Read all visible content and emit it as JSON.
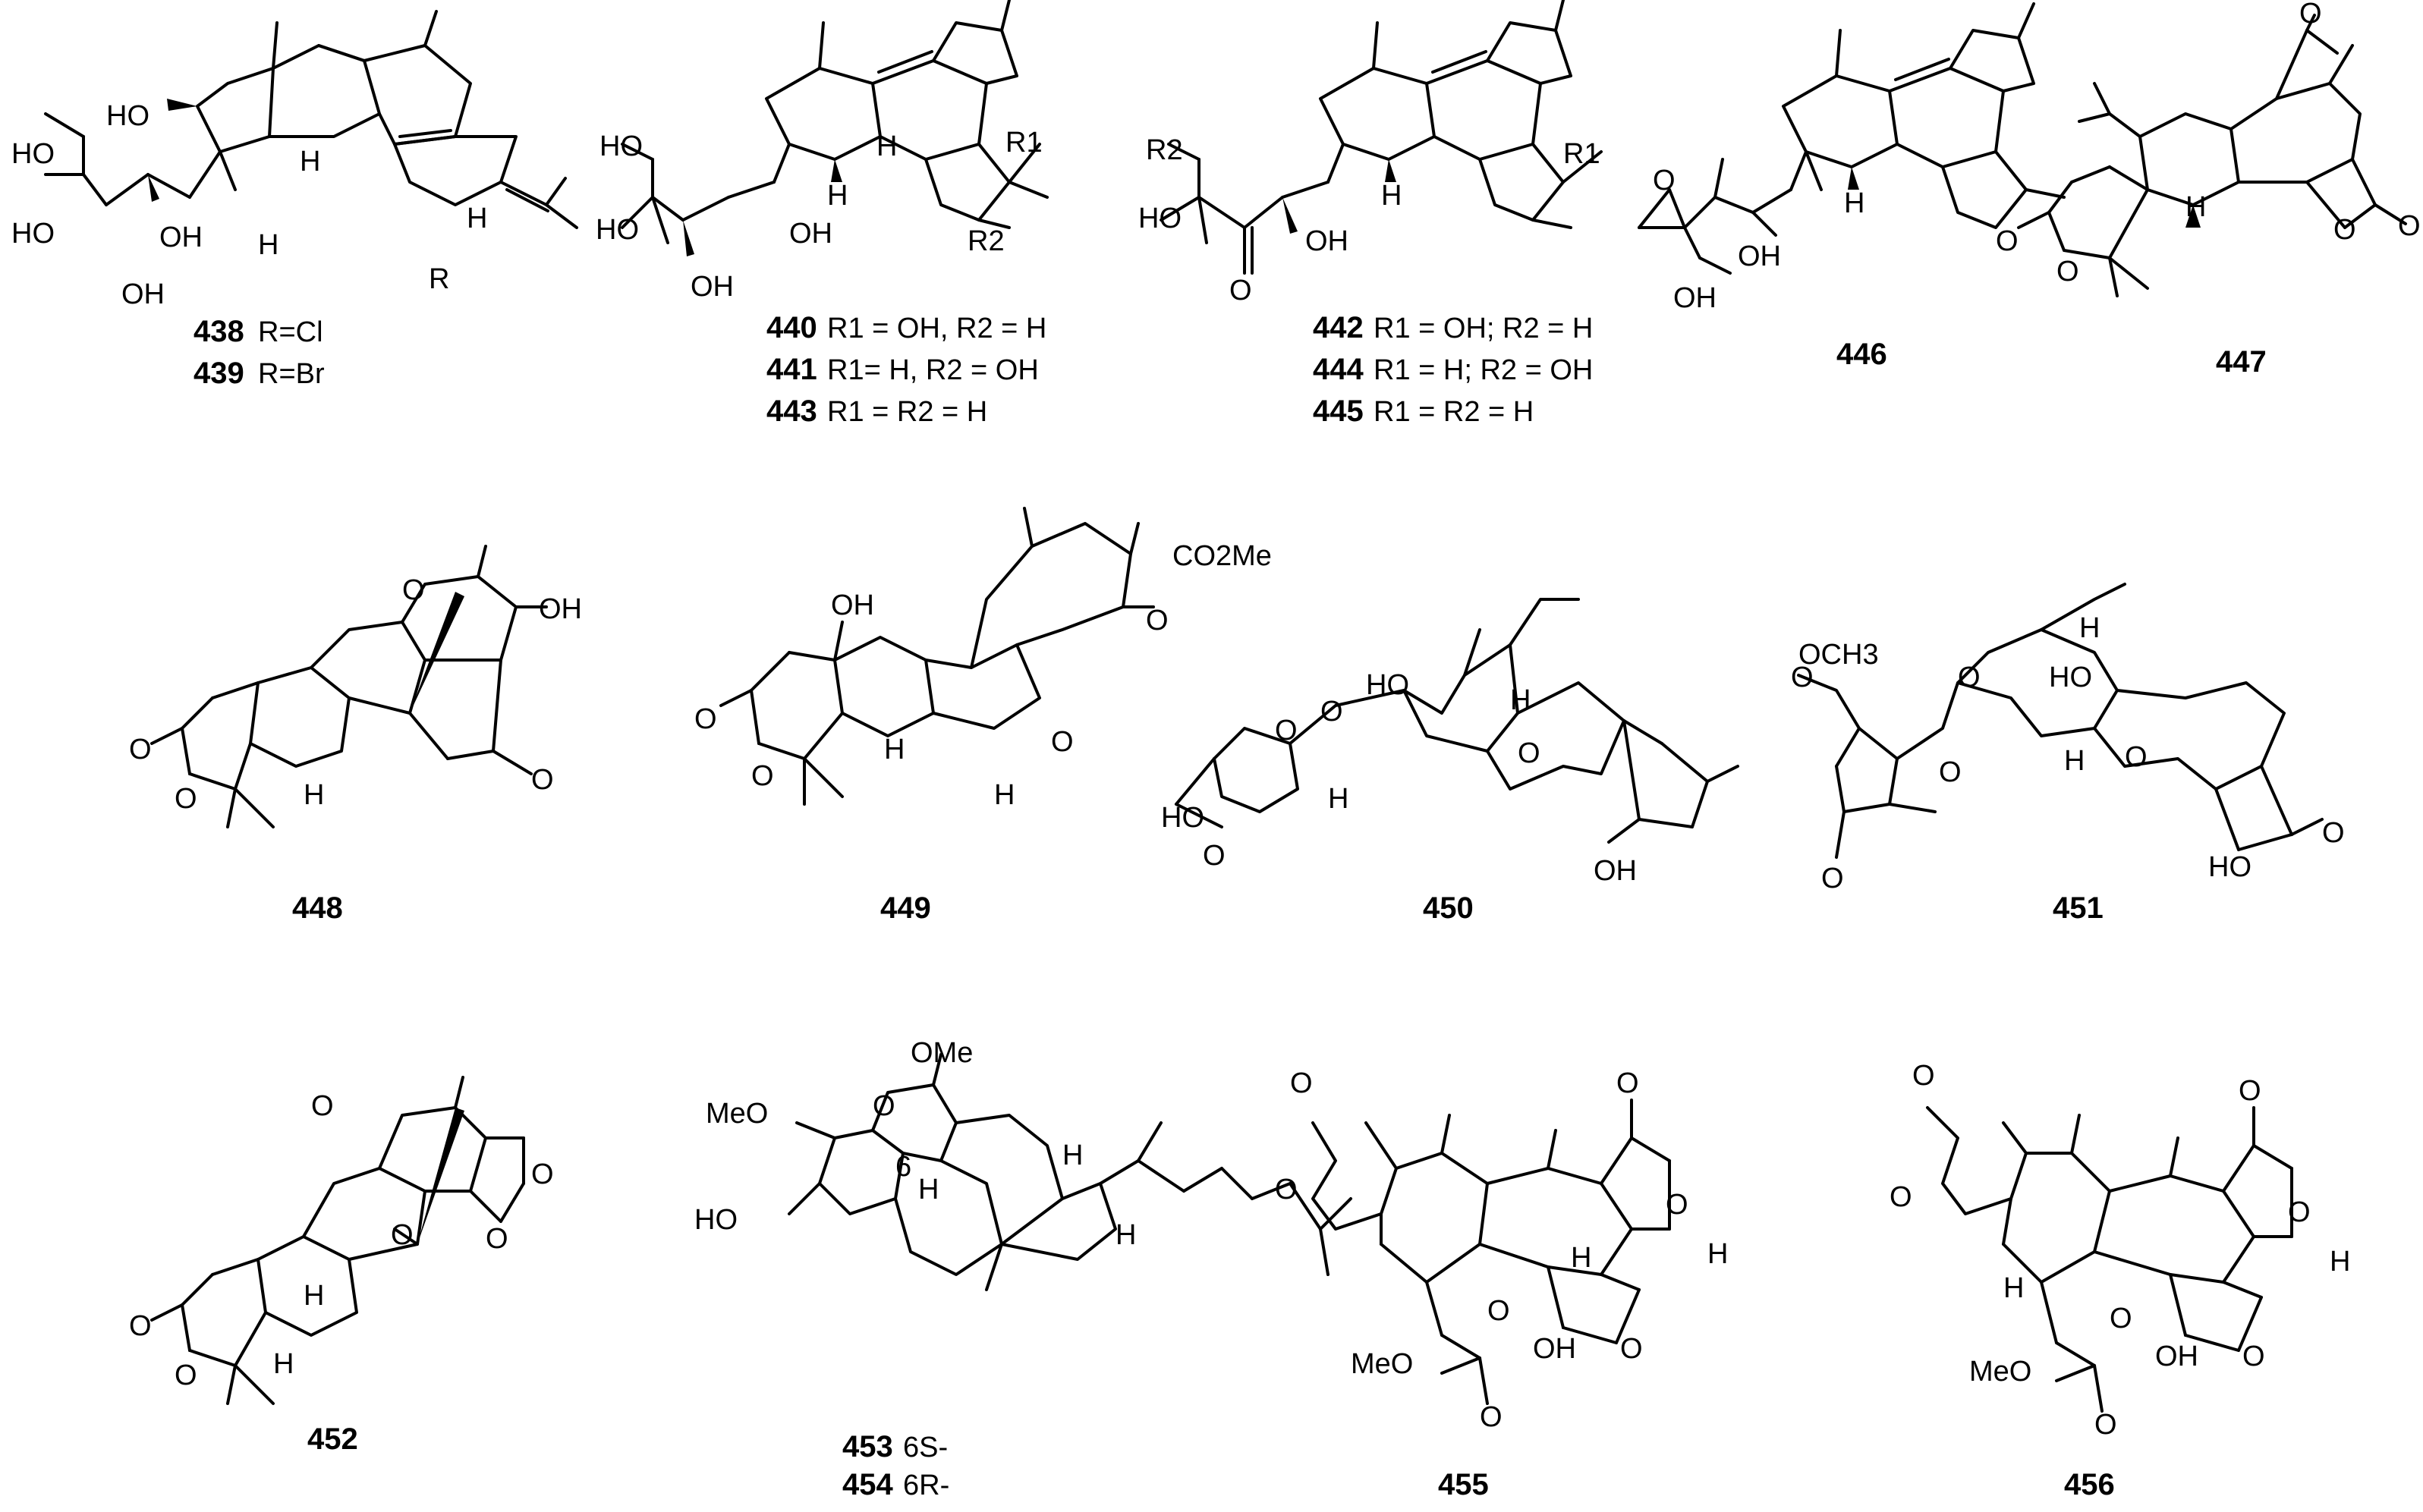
{
  "compounds": [
    {
      "id": "438",
      "caption": "R=Cl"
    },
    {
      "id": "439",
      "caption": "R=Br"
    },
    {
      "id": "440",
      "caption": "R1 = OH, R2 = H"
    },
    {
      "id": "441",
      "caption": "R1= H, R2 = OH"
    },
    {
      "id": "443",
      "caption": "R1 = R2 = H"
    },
    {
      "id": "442",
      "caption": "R1 = OH; R2 = H"
    },
    {
      "id": "444",
      "caption": "R1 = H; R2 = OH"
    },
    {
      "id": "445",
      "caption": "R1 = R2 = H"
    },
    {
      "id": "446",
      "caption": ""
    },
    {
      "id": "447",
      "caption": ""
    },
    {
      "id": "448",
      "caption": ""
    },
    {
      "id": "449",
      "caption": ""
    },
    {
      "id": "450",
      "caption": ""
    },
    {
      "id": "451",
      "caption": ""
    },
    {
      "id": "452",
      "caption": ""
    },
    {
      "id": "453",
      "caption": "6S-"
    },
    {
      "id": "454",
      "caption": "6R-"
    },
    {
      "id": "455",
      "caption": ""
    },
    {
      "id": "456",
      "caption": ""
    }
  ],
  "atoms": {
    "ho": "HO",
    "oh": "OH",
    "h": "H",
    "o": "O",
    "r": "R",
    "r1": "R1",
    "r2": "R2",
    "co2me": "CO2Me",
    "och3": "OCH3",
    "ome": "OMe",
    "meo": "MeO",
    "six": "6"
  }
}
